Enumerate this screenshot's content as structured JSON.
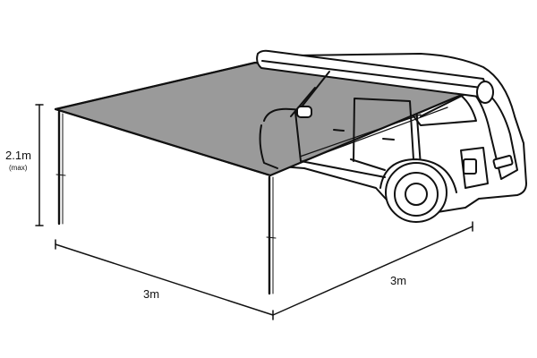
{
  "dimensions": {
    "height": {
      "label": "2.1m",
      "note": "(max)"
    },
    "width": {
      "label": "3m"
    },
    "depth": {
      "label": "3m"
    }
  },
  "colors": {
    "line": "#111111",
    "canopy": "#9a9a9a",
    "background": "#ffffff"
  }
}
